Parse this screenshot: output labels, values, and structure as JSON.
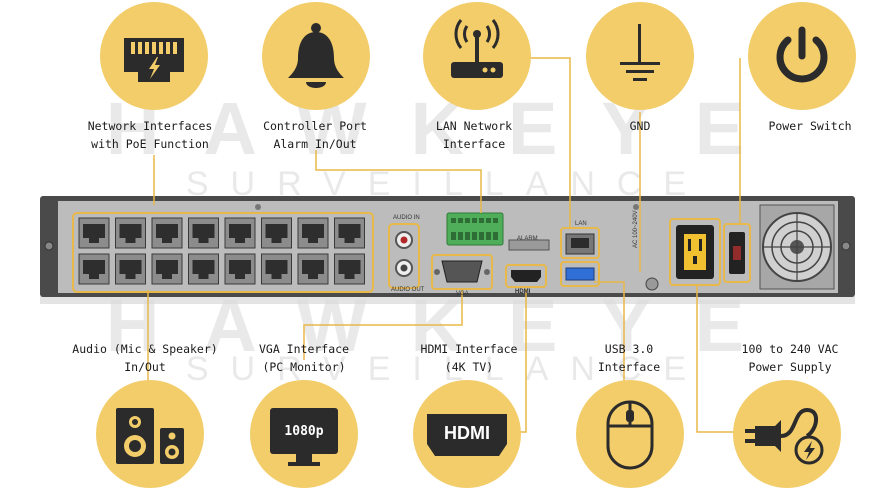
{
  "watermark": {
    "top_brand": "HAWKEYE",
    "top_sub": "SURVEILLANCE",
    "bottom_brand": "HAWKEYE",
    "bottom_sub": "SURVEILLANCE"
  },
  "top_features": [
    {
      "line1": "Network Interfaces",
      "line2": "with PoE Function",
      "icon": "ethernet-port-icon"
    },
    {
      "line1": "Controller Port",
      "line2": "Alarm In/Out",
      "icon": "bell-icon"
    },
    {
      "line1": "LAN Network",
      "line2": "Interface",
      "icon": "router-icon"
    },
    {
      "line1": "GND",
      "line2": "",
      "icon": "ground-icon"
    },
    {
      "line1": "Power Switch",
      "line2": "",
      "icon": "power-icon"
    }
  ],
  "bottom_features": [
    {
      "line1": "Audio (Mic & Speaker)",
      "line2": "In/Out",
      "icon": "speaker-icon"
    },
    {
      "line1": "VGA Interface",
      "line2": "(PC Monitor)",
      "icon": "monitor-icon"
    },
    {
      "line1": "HDMI Interface",
      "line2": "(4K TV)",
      "icon": "hdmi-icon"
    },
    {
      "line1": "USB 3.0",
      "line2": "Interface",
      "icon": "mouse-icon"
    },
    {
      "line1": "100 to 240 VAC",
      "line2": "Power Supply",
      "icon": "plug-icon"
    }
  ],
  "icon_text": {
    "resolution": "1080p",
    "hdmi": "HDMI"
  },
  "panel_labels": {
    "audio_in": "AUDIO IN",
    "audio_out": "AUDIO OUT",
    "vga": "VGA",
    "hdmi": "HDMI",
    "alarm": "ALARM",
    "lan": "LAN",
    "power_rating": "AC 100~240V"
  },
  "colors": {
    "accent_circle": "#f2cd6a",
    "connector_line": "#e8b84a",
    "icon_dark": "#2b2b2b",
    "device_body": "#4a4a4a",
    "device_panel": "#b9b9b9"
  }
}
